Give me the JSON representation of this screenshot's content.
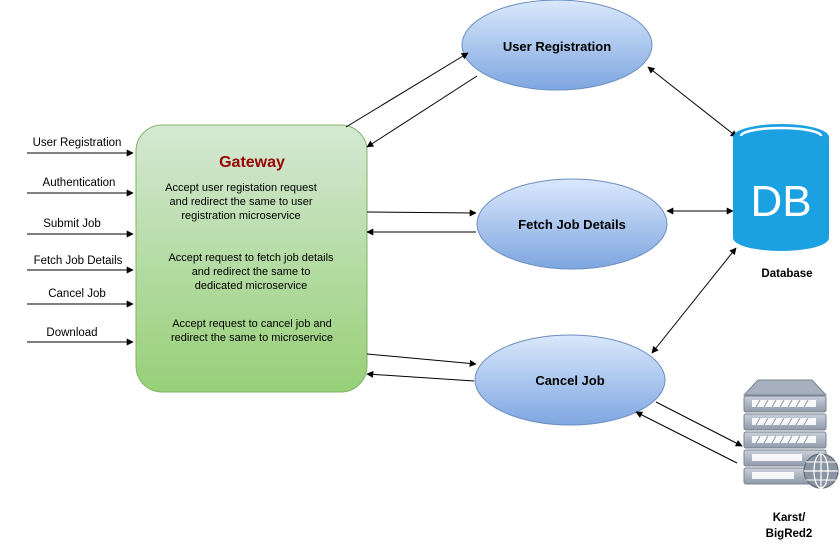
{
  "inputs": [
    {
      "label": "User Registration"
    },
    {
      "label": "Authentication"
    },
    {
      "label": "Submit Job"
    },
    {
      "label": "Fetch Job Details"
    },
    {
      "label": "Cancel Job"
    },
    {
      "label": "Download"
    }
  ],
  "gateway": {
    "title": "Gateway",
    "descriptions": [
      [
        "Accept user registation request",
        "and redirect the same to user",
        "registration microservice"
      ],
      [
        "Accept request to fetch job details",
        "and redirect the same to",
        "dedicated microservice"
      ],
      [
        "Accept request to cancel job and",
        "redirect the same to microservice"
      ]
    ]
  },
  "services": {
    "user_registration": "User Registration",
    "fetch_job_details": "Fetch Job Details",
    "cancel_job": "Cancel Job"
  },
  "database": {
    "icon_text": "DB",
    "label": "Database"
  },
  "server": {
    "label_line1": "Karst/",
    "label_line2": "BigRed2"
  },
  "colors": {
    "gateway_top": "#d5e8d4",
    "gateway_bottom": "#97d077",
    "ellipse_top": "#dae8fc",
    "ellipse_bottom": "#7ea6e0",
    "db_blue": "#1ba1e2",
    "gateway_title": "#990000"
  }
}
